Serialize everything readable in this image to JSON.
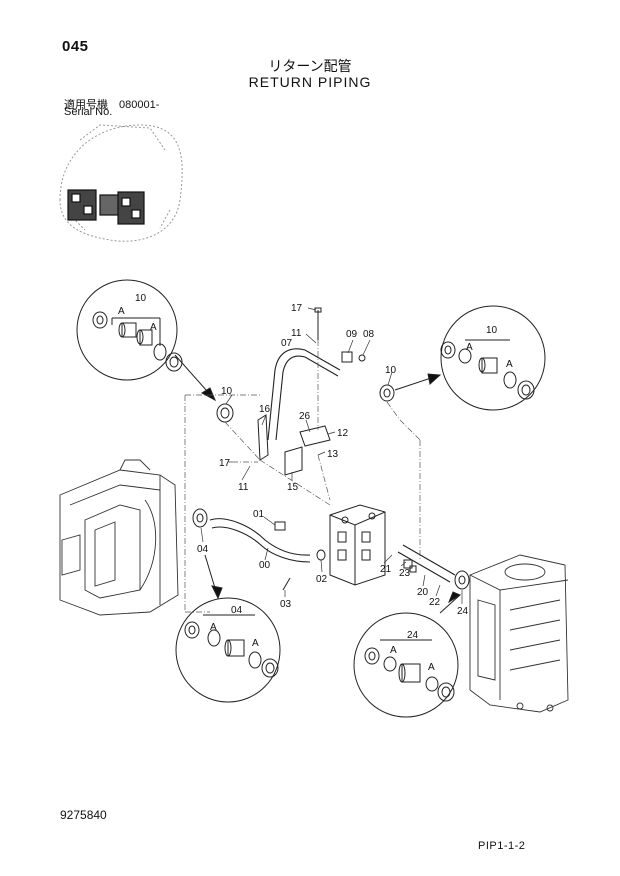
{
  "header": {
    "page_no": "045",
    "title_jp": "リターン配管",
    "title_en": "RETURN PIPING",
    "serial_jp": "適用号機　080001-",
    "serial_en": "Serial No."
  },
  "callouts": {
    "c10a": "10",
    "A": "A",
    "c17a": "17",
    "c11a": "11",
    "c07": "07",
    "c09": "09",
    "c08": "08",
    "c10b": "10",
    "c10c": "10",
    "c10d": "10",
    "c16": "16",
    "c26": "26",
    "c12": "12",
    "c13": "13",
    "c17b": "17",
    "c11b": "11",
    "c15": "15",
    "c01": "01",
    "c04a": "04",
    "c00": "00",
    "c02": "02",
    "c03": "03",
    "c21": "21",
    "c23": "23",
    "c20": "20",
    "c22": "22",
    "c24a": "24",
    "c04b": "04",
    "c24b": "24"
  },
  "footer": {
    "part_number": "9275840",
    "page_code": "PIP1-1-2"
  }
}
